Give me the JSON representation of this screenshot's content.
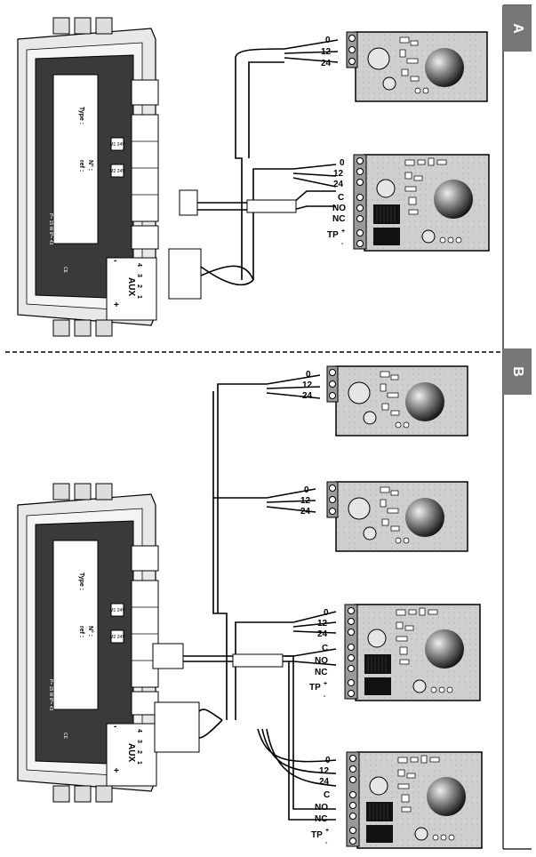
{
  "sections": [
    {
      "id": "A",
      "tab_label": "A"
    },
    {
      "id": "B",
      "tab_label": "B"
    }
  ],
  "controller": {
    "aux_label": "AUX",
    "aux_plus": "+",
    "aux_minus": "-",
    "aux_pins": [
      "4",
      "3",
      "2",
      "1"
    ],
    "type_label": "Type :",
    "no_label": "N° :",
    "ref_label": "ref :",
    "motor1": "M1 24V",
    "motor2": "M2 24V",
    "power_text_1": "230V~ 50Hz",
    "power_text_2": "P= 15 W  IP= 43",
    "ce_mark": "CE"
  },
  "terminals": {
    "power": [
      "0",
      "12",
      "24"
    ],
    "relay": [
      "C",
      "NO",
      "NC"
    ],
    "tamper": "TP",
    "tamper_plus": "+",
    "tamper_minus": "-"
  },
  "colors": {
    "tab_bg": "#777777",
    "controller_body": "#3a3a3a",
    "board_fill": "#c8c8c8",
    "wire": "#000000"
  }
}
